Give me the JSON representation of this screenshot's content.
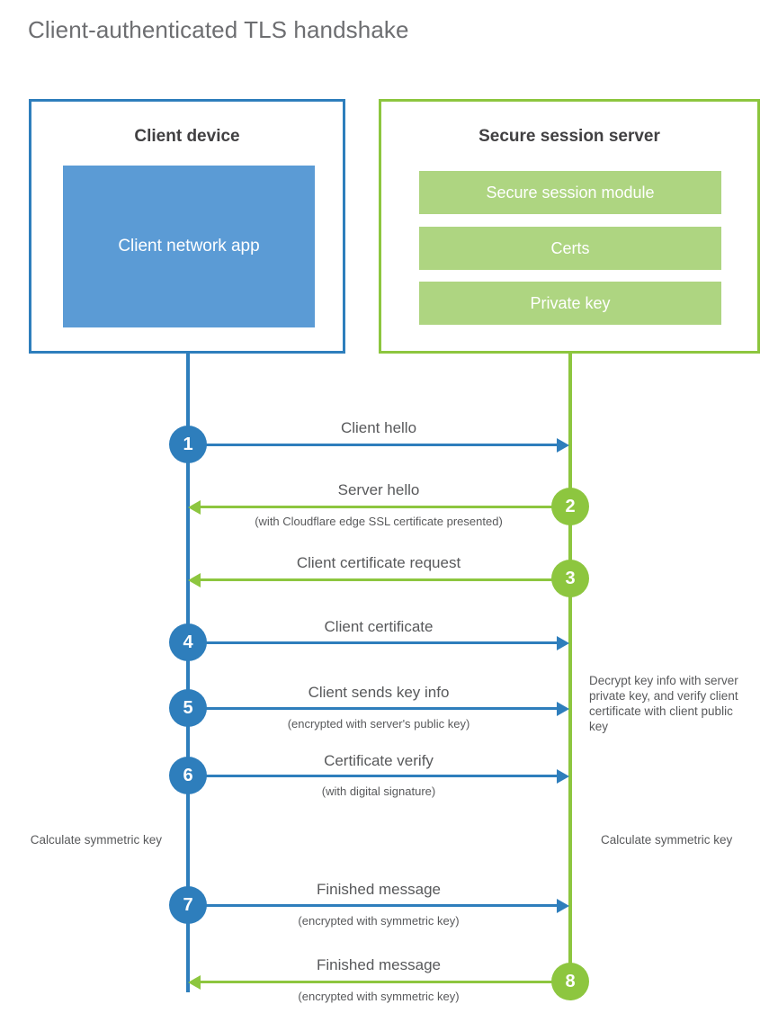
{
  "title": "Client-authenticated TLS handshake",
  "colors": {
    "client_blue": "#2e7ebc",
    "client_app_blue": "#5b9bd5",
    "server_green": "#8dc63f",
    "server_block_green": "#aed581",
    "text_gray": "#58595b",
    "heading_gray": "#414042"
  },
  "actors": {
    "client": {
      "title": "Client device",
      "blocks": [
        {
          "label": "Client network app"
        }
      ]
    },
    "server": {
      "title": "Secure session server",
      "blocks": [
        {
          "label": "Secure session module"
        },
        {
          "label": "Certs"
        },
        {
          "label": "Private key"
        }
      ]
    }
  },
  "steps": [
    {
      "number": "1",
      "label": "Client hello",
      "sublabel": "",
      "direction": "client-to-server",
      "color": "blue"
    },
    {
      "number": "2",
      "label": "Server hello",
      "sublabel": "(with Cloudflare edge SSL certificate presented)",
      "direction": "server-to-client",
      "color": "green"
    },
    {
      "number": "3",
      "label": "Client certificate request",
      "sublabel": "",
      "direction": "server-to-client",
      "color": "green"
    },
    {
      "number": "4",
      "label": "Client certificate",
      "sublabel": "",
      "direction": "client-to-server",
      "color": "blue"
    },
    {
      "number": "5",
      "label": "Client sends key info",
      "sublabel": "(encrypted with server's public key)",
      "direction": "client-to-server",
      "color": "blue"
    },
    {
      "number": "6",
      "label": "Certificate verify",
      "sublabel": "(with digital signature)",
      "direction": "client-to-server",
      "color": "blue"
    },
    {
      "number": "7",
      "label": "Finished message",
      "sublabel": "(encrypted with symmetric key)",
      "direction": "client-to-server",
      "color": "blue"
    },
    {
      "number": "8",
      "label": "Finished message",
      "sublabel": "(encrypted with symmetric key)",
      "direction": "server-to-client",
      "color": "green"
    }
  ],
  "notes": {
    "decrypt": "Decrypt key info with server private key, and verify client certificate with client public key",
    "calculate_client": "Calculate symmetric key",
    "calculate_server": "Calculate symmetric key"
  }
}
